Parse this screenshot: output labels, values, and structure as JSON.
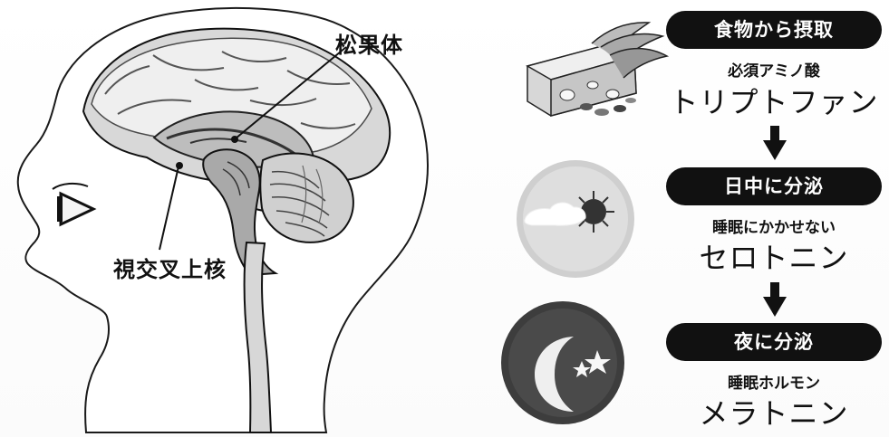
{
  "diagram": {
    "labels": {
      "pineal": "松果体",
      "suprachiasmatic": "視交叉上核"
    },
    "steps": [
      {
        "pill": "食物から摂取",
        "small": "必須アミノ酸",
        "large": "トリプトファン",
        "icon": "food-icon"
      },
      {
        "pill": "日中に分泌",
        "small": "睡眠にかかせない",
        "large": "セロトニン",
        "icon": "sun-icon"
      },
      {
        "pill": "夜に分泌",
        "small": "睡眠ホルモン",
        "large": "メラトニン",
        "icon": "moon-icon"
      }
    ],
    "colors": {
      "pill": "#111111",
      "pill_text": "#ffffff",
      "brain_fill": "#d8d8d8"
    }
  }
}
